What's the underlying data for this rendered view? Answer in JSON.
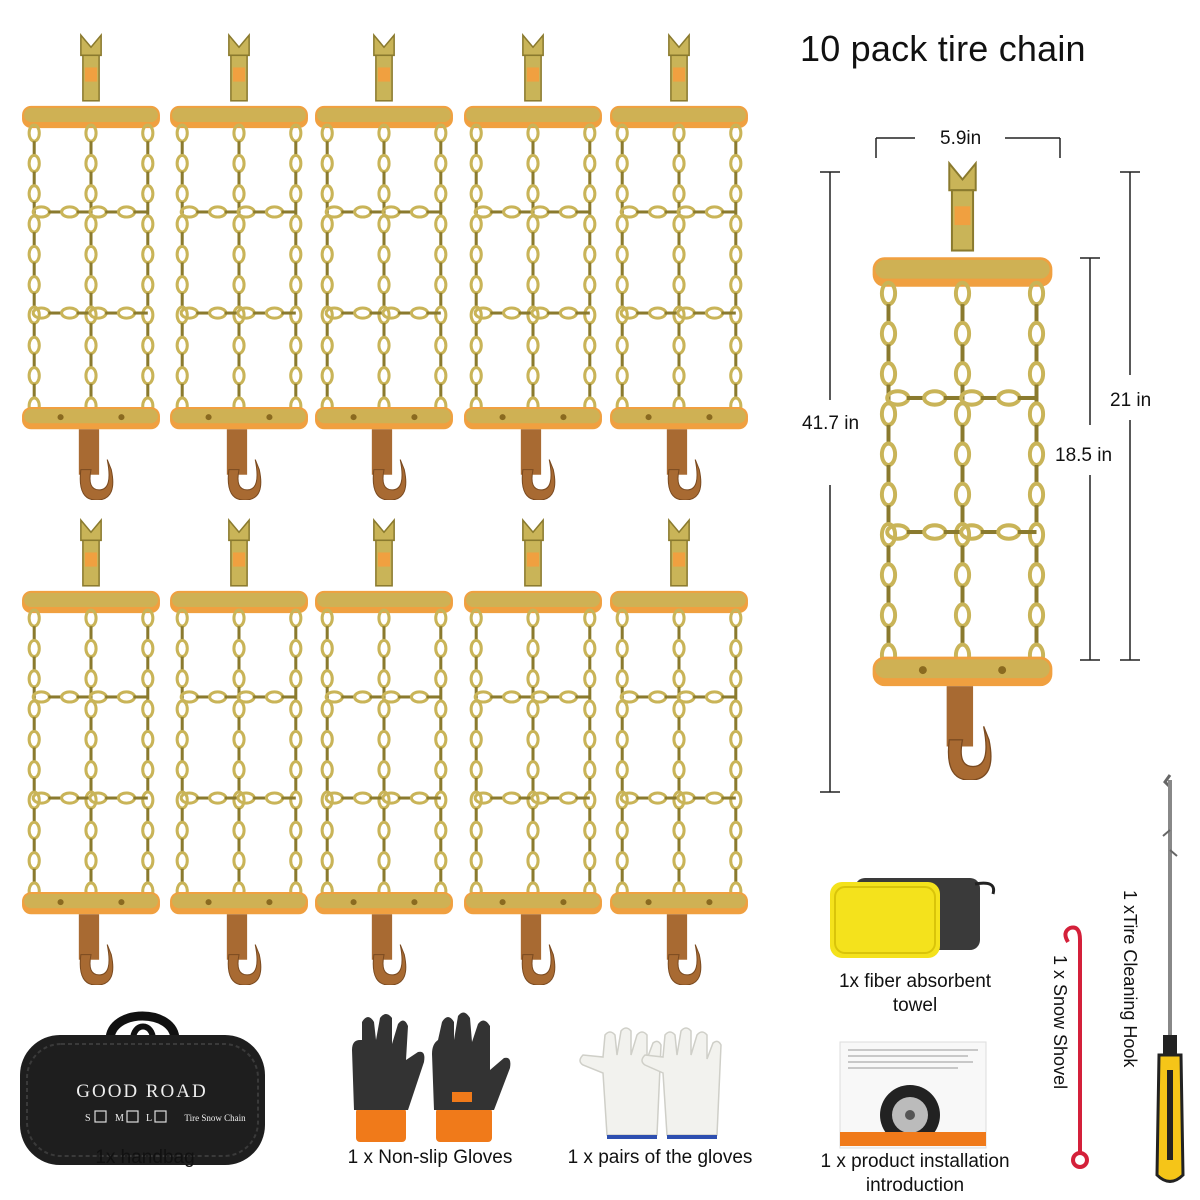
{
  "title": "10 pack tire chain",
  "dimensions": {
    "width": "5.9in",
    "overall_length": "41.7 in",
    "panel_length": "21 in",
    "chain_length": "18.5 in"
  },
  "bag": {
    "brand": "GOOD ROAD",
    "sizes": [
      "S",
      "M",
      "L"
    ],
    "product_text": "Tire Snow Chain"
  },
  "accessories": {
    "handbag": "1x  handbag",
    "nonslip_gloves": "1 x Non-slip Gloves",
    "cotton_gloves": "1 x pairs of the gloves",
    "towel": "1x fiber absorbent towel",
    "instruction": "1 x product installation introduction",
    "cleaning_hook": "1 xTire Cleaning Hook",
    "snow_shovel": "1 x Snow Shovel"
  },
  "colors": {
    "chain_gold": "#c9b458",
    "chain_dark": "#8a7a2e",
    "plate_orange": "#f0a040",
    "strap_brown": "#a86a32",
    "bag_black": "#1e1e1e",
    "glove_orange": "#f07a1a",
    "towel_yellow": "#f4e21c",
    "handle_yellow": "#f5c518",
    "hook_red": "#d4203a"
  },
  "chain_count": 10
}
